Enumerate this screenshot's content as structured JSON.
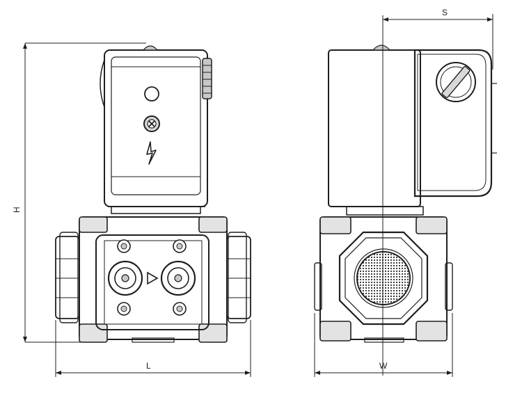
{
  "dimensions": {
    "height_label": "H",
    "length_label": "L",
    "width_label": "W",
    "offset_label": "S"
  },
  "colors": {
    "line": "#1e1e1e",
    "body_fill": "#f7f7f7",
    "shade": "#c8c8c8",
    "background": "#ffffff"
  },
  "icons": [
    "screw-icon",
    "lightning-bolt-icon",
    "flow-arrow-icon",
    "filter-mesh-icon",
    "screwdriver-slot-icon"
  ]
}
